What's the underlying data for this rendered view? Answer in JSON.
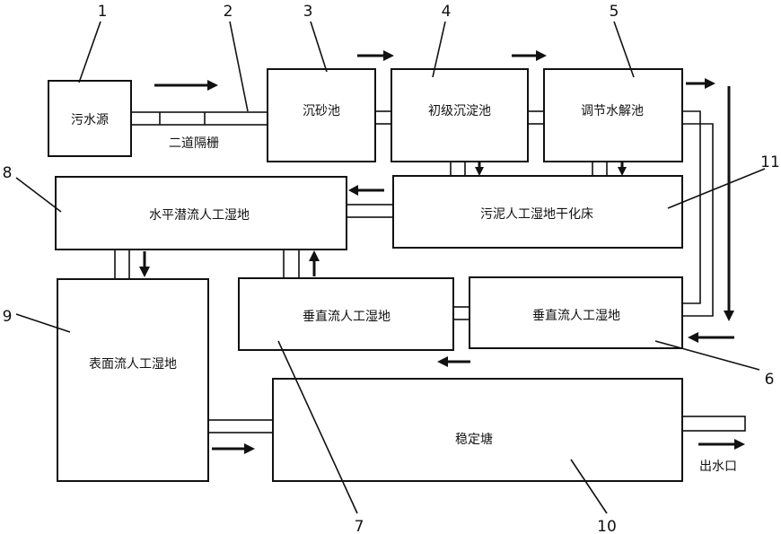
{
  "units": {
    "u1": "污水源",
    "u2": "二道隔栅",
    "u3": "沉砂池",
    "u4": "初级沉淀池",
    "u5": "调节水解池",
    "u6": "垂直流人工湿地",
    "u7": "垂直流人工湿地",
    "u8": "水平潜流人工湿地",
    "u9": "表面流人工湿地",
    "u10": "稳定塘",
    "u11": "污泥人工湿地干化床"
  },
  "outlet": "出水口",
  "numbers": {
    "n1": "1",
    "n2": "2",
    "n3": "3",
    "n4": "4",
    "n5": "5",
    "n6": "6",
    "n7": "7",
    "n8": "8",
    "n9": "9",
    "n10": "10",
    "n11": "11"
  }
}
